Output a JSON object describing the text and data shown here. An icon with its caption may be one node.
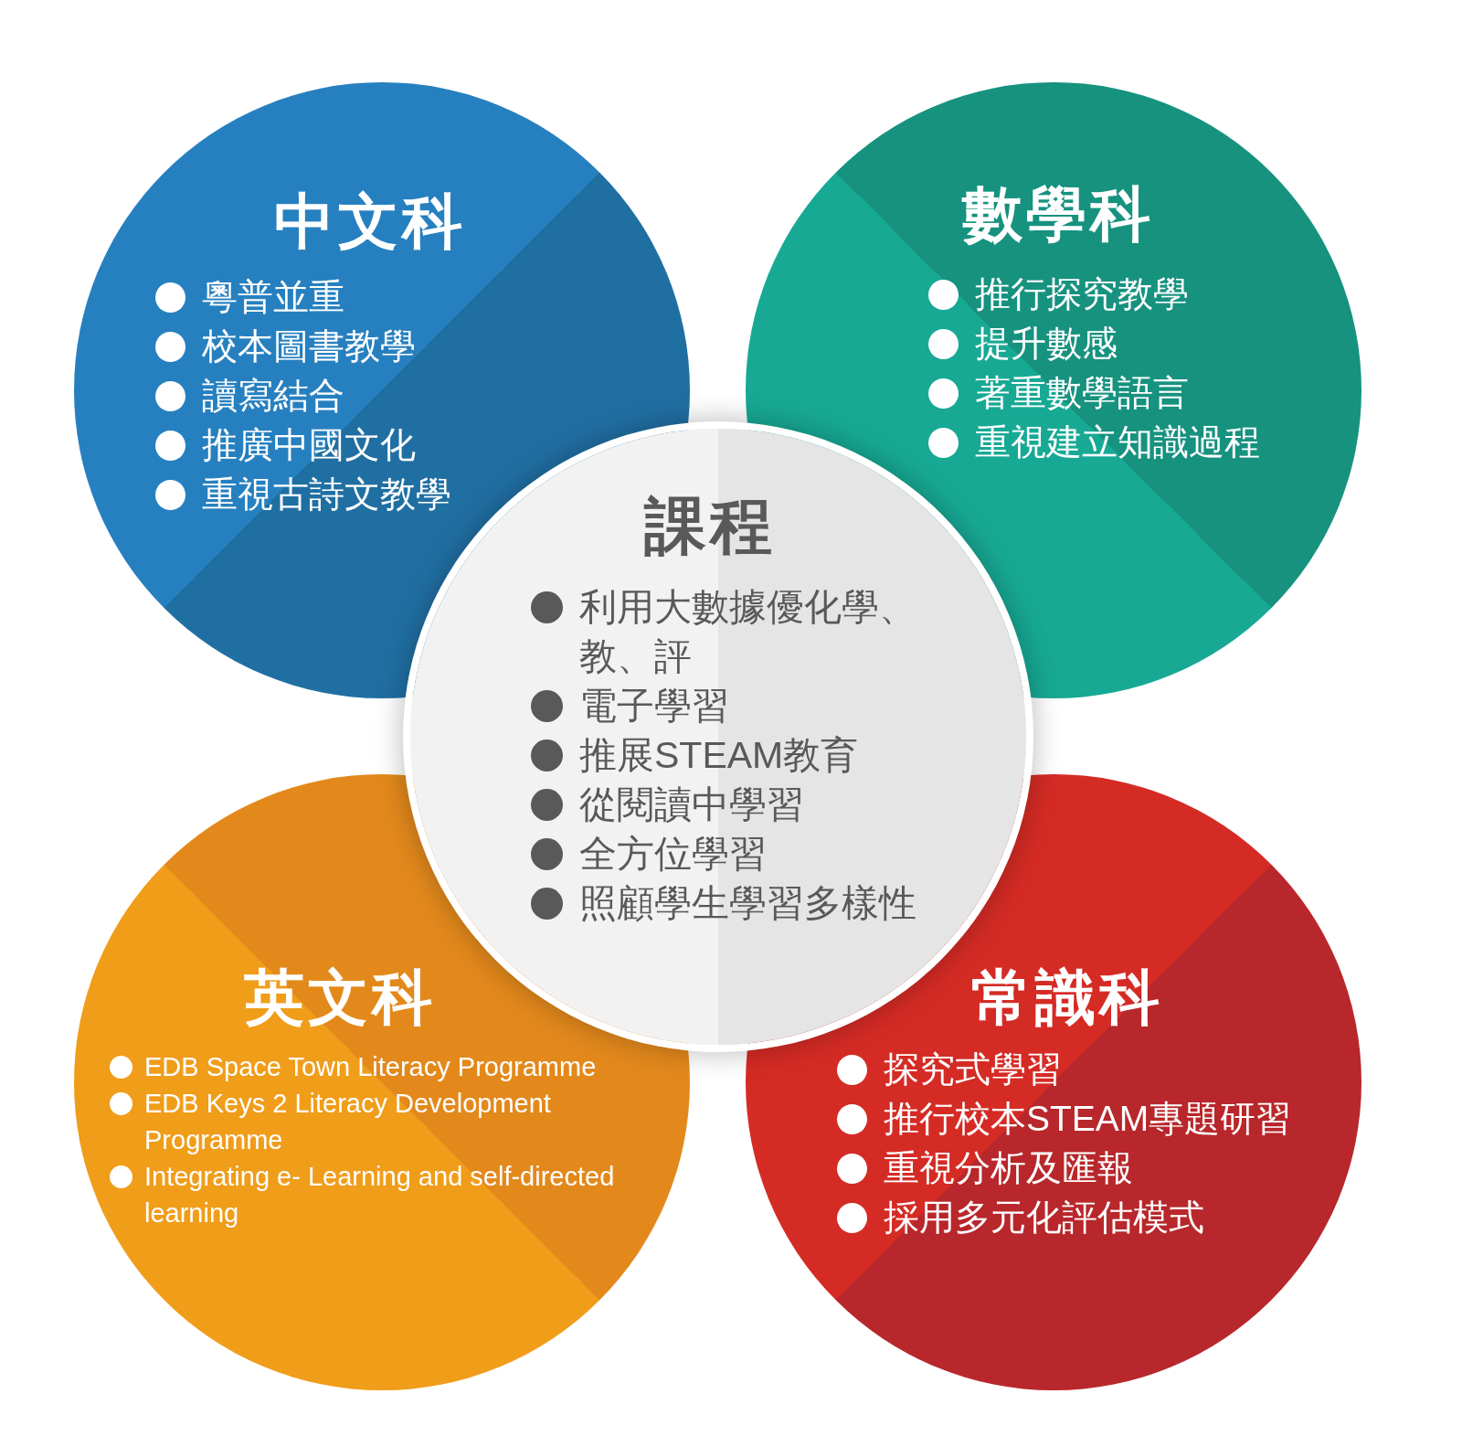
{
  "diagram": {
    "nodes": [
      {
        "text": [
          "中文科",
          "粵普並重",
          "校本圖書教學",
          "讀寫結合",
          "推廣中國文化",
          "重視古詩文教學"
        ]
      },
      {
        "text": [
          "數學科",
          "推行探究教學",
          "提升數感",
          "著重數學語言",
          "重視建立知識過程"
        ]
      },
      {
        "text": [
          "課程",
          "利用大數據優化學、教、評",
          "電子學習",
          "推展STEAM教育",
          "從閱讀中學習",
          "全方位學習",
          "照顧學生學習多樣性"
        ]
      },
      {
        "text": [
          "英文科",
          "EDB Space Town Literacy Programme",
          "EDB Keys 2 Literacy Development Programme",
          "Integrating e- Learning and self-directed learning"
        ]
      },
      {
        "text": [
          "常識科",
          "探究式學習",
          "推行校本STEAM專題研習",
          "重視分析及匯報",
          "採用多元化評估模式"
        ]
      }
    ],
    "edges": []
  }
}
